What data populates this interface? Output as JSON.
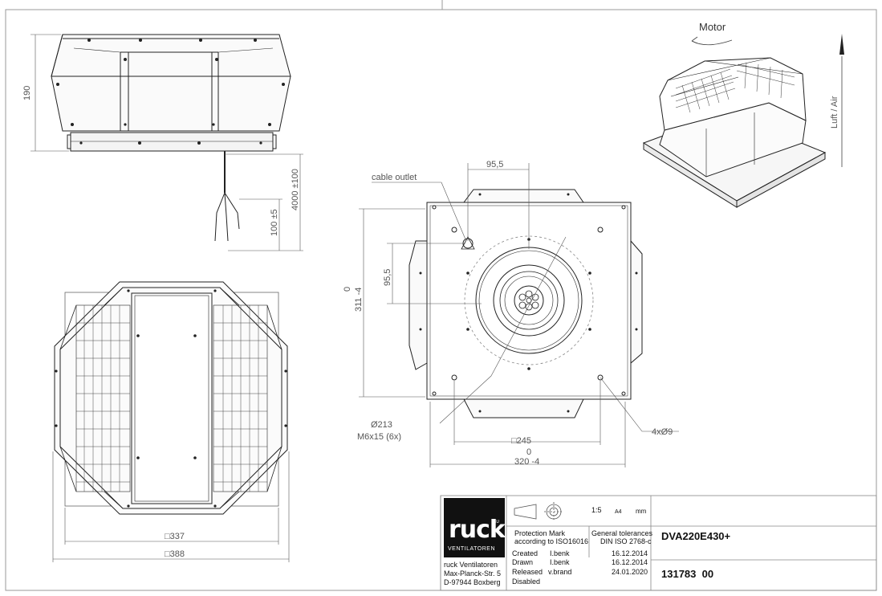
{
  "views": {
    "side": {
      "height_dim": "190",
      "cable_dim": "4000 ±100",
      "cable_end_dim": "100 ±5"
    },
    "top": {
      "inner_dim": "□337",
      "outer_dim": "□388"
    },
    "base": {
      "cable_label": "cable outlet",
      "top_dim": "95,5",
      "side_dim": "95,5",
      "height_dim_nominal": "0",
      "height_dim": "311 -4",
      "bore_dim": "Ø213",
      "screw_dim": "M6x15 (6x)",
      "hole_dim": "4xØ9",
      "inner_dim": "□245",
      "outer_dim_nominal": "0",
      "outer_dim": "320 -4"
    },
    "iso": {
      "motor_label": "Motor",
      "air_label": "Luft / Air"
    }
  },
  "title_block": {
    "logo_text": "ruck",
    "logo_sub": "VENTILATOREN",
    "logo_sup": "EU",
    "company_lines": [
      "ruck Ventilatoren",
      "Max-Planck-Str. 5",
      "D-97944 Boxberg"
    ],
    "scale": "1:5",
    "format": "A4",
    "unit": "mm",
    "protection_line1": "Protection Mark",
    "protection_line2": "according to ISO16016",
    "tolerance_line1": "General tolerances",
    "tolerance_line2": "DIN ISO 2768-c",
    "product": "DVA220E430+",
    "drawing_number": "131783  00",
    "rows": [
      {
        "label": "Created",
        "name": "I.benk",
        "date": "16.12.2014"
      },
      {
        "label": "Drawn",
        "name": "I.benk",
        "date": "16.12.2014"
      },
      {
        "label": "Released",
        "name": "v.brand",
        "date": "24.01.2020"
      },
      {
        "label": "Disabled",
        "name": "",
        "date": ""
      }
    ]
  }
}
